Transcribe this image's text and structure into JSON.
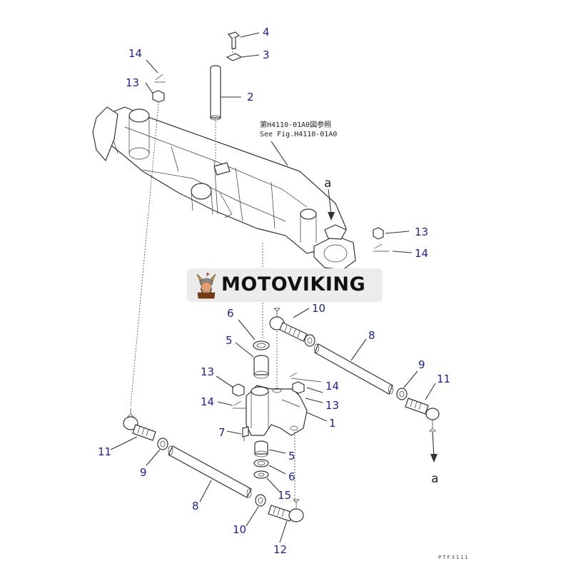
{
  "note": {
    "line1": "第H4110-01A0図参照",
    "line2": "See Fig.H4110-01A0"
  },
  "arrow_labels": {
    "top": "a",
    "bottom": "a"
  },
  "drawing_code": "PTF3111",
  "brand": {
    "name": "MOTOVIKING"
  },
  "callouts": [
    "4",
    "3",
    "2",
    "14",
    "13",
    "13",
    "14",
    "6",
    "5",
    "10",
    "8",
    "13",
    "14",
    "9",
    "11",
    "14",
    "13",
    "1",
    "7",
    "5",
    "6",
    "11",
    "9",
    "15",
    "8",
    "10",
    "12"
  ]
}
